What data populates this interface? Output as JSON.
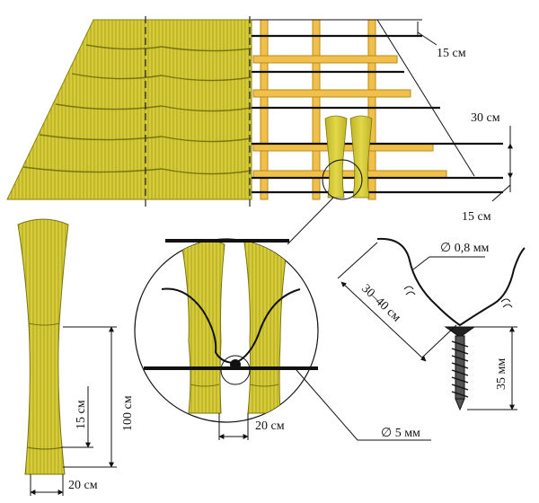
{
  "colors": {
    "thatch": "#d8cf3c",
    "thatch_dark": "#9c9318",
    "thatch_line": "#6e6a10",
    "batten": "#f0c04a",
    "batten_edge": "#b88a1a",
    "wire": "#111111"
  },
  "labels": {
    "top_gap": "15 см",
    "row_spacing": "30 см",
    "bottom_gap": "15 см",
    "bundle_height": "100 см",
    "bundle_tie": "15 см",
    "bundle_width": "20 см",
    "detail_width": "20 см",
    "rod_diameter": "∅ 5 мм",
    "wire_diameter": "∅ 0,8 мм",
    "wire_length": "30–40 см",
    "screw_length": "35 мм"
  }
}
